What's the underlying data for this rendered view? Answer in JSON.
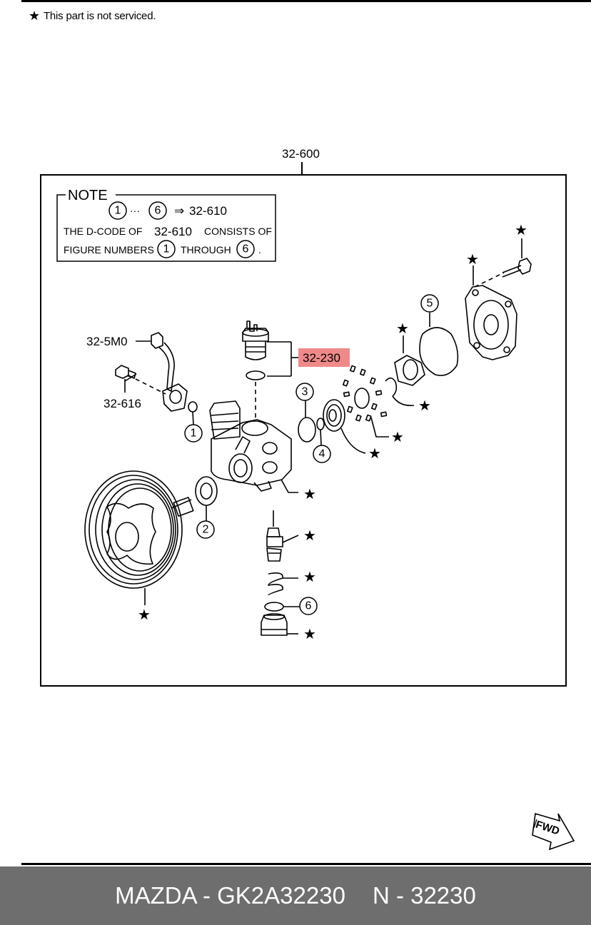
{
  "header": {
    "service_note": "This part is not serviced.",
    "star_icon": "star-icon"
  },
  "diagram": {
    "assembly_label": "32-600",
    "note": {
      "title": "NOTE",
      "range_start": "1",
      "range_sep": "···",
      "range_end": "6",
      "arrow": "⇒",
      "range_target": "32-610",
      "line2_a": "THE D-CODE OF",
      "line2_b": "32-610",
      "line2_c": "CONSISTS OF",
      "line3_a": "FIGURE NUMBERS",
      "line3_b": "1",
      "line3_c": "THROUGH",
      "line3_d": "6",
      "line3_e": "."
    },
    "callouts": {
      "c_5m0": "32-5M0",
      "c_616": "32-616",
      "c_230": "32-230",
      "n1": "1",
      "n2": "2",
      "n3": "3",
      "n4": "4",
      "n5": "5",
      "n6": "6",
      "star": "★"
    },
    "highlight_color": "#f08a8a",
    "fwd_label": "FWD"
  },
  "footer": {
    "part_number": "MAZDA - GK2A32230",
    "code": "N - 32230"
  }
}
